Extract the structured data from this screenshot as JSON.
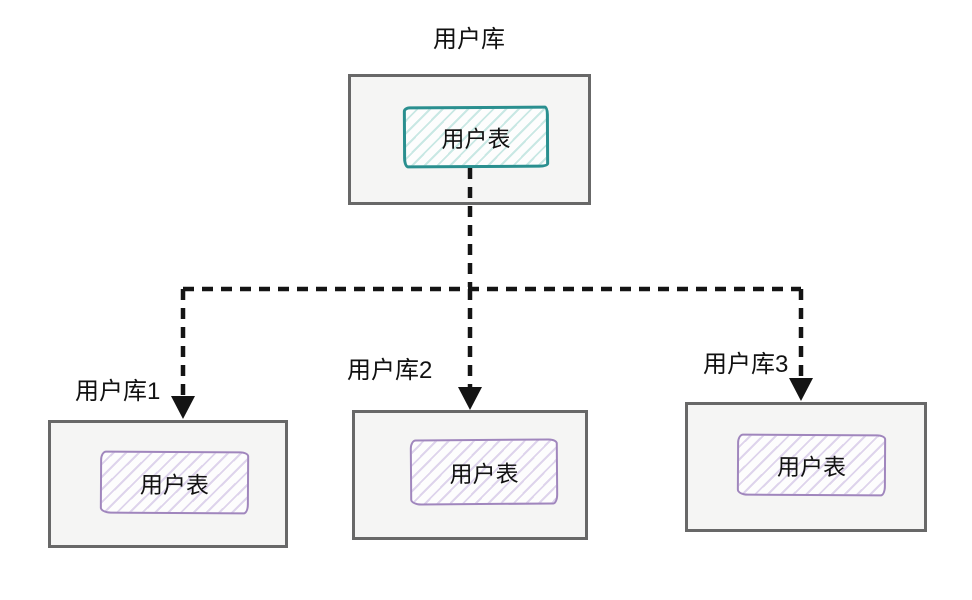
{
  "diagram": {
    "source": {
      "db_label": "用户库",
      "table_label": "用户表"
    },
    "shards": [
      {
        "db_label": "用户库1",
        "table_label": "用户表"
      },
      {
        "db_label": "用户库2",
        "table_label": "用户表"
      },
      {
        "db_label": "用户库3",
        "table_label": "用户表"
      }
    ],
    "colors": {
      "container_fill": "#f5f5f4",
      "container_border": "#686868",
      "source_table_border": "#2a8f8f",
      "source_table_hatch": "#c9e8e4",
      "shard_table_border": "#a086bd",
      "shard_table_hatch": "#ded4ec",
      "connector_color": "#141414"
    }
  }
}
